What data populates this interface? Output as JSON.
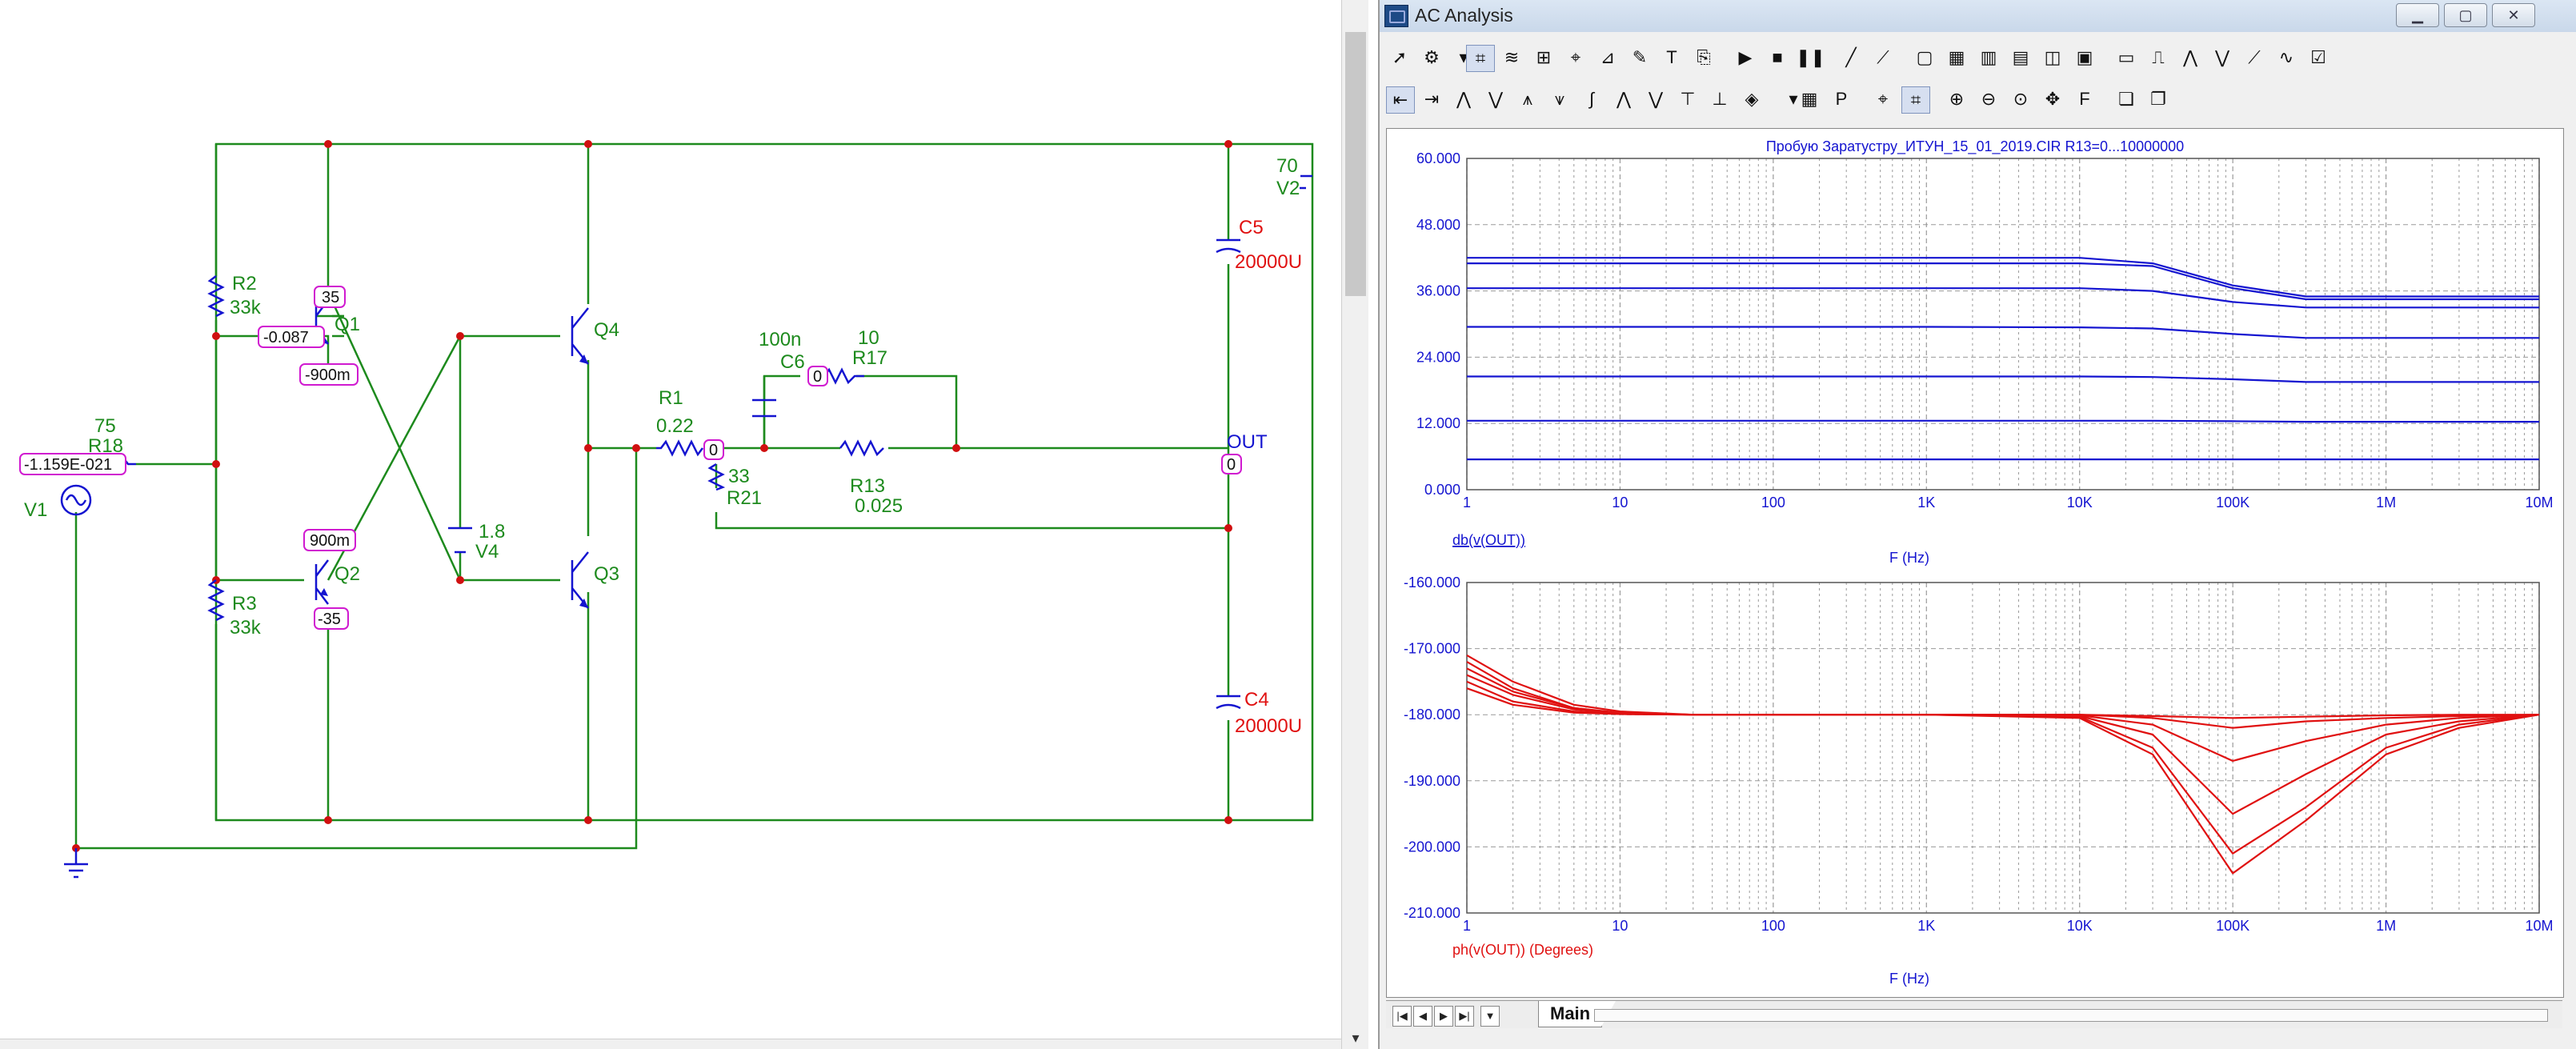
{
  "schematic": {
    "labels": {
      "r2_name": "R2",
      "r2_value": "33k",
      "r3_name": "R3",
      "r3_value": "33k",
      "r18_name": "R18",
      "r18_value": "75",
      "q1": "Q1",
      "q2": "Q2",
      "q3": "Q3",
      "q4": "Q4",
      "v1": "V1",
      "v2_name": "V2",
      "v2_value": "70",
      "v4_name": "V4",
      "v4_value": "1.8",
      "r1_name": "R1",
      "r1_value": "0.22",
      "r21_name": "R21",
      "r21_value": "33",
      "r13_name": "R13",
      "r13_value": "0.025",
      "r17_name": "R17",
      "r17_value": "10",
      "c6_name": "C6",
      "c6_value": "100n",
      "c5_name": "C5",
      "c5_value": "20000U",
      "c4_name": "C4",
      "c4_value": "20000U",
      "out": "OUT"
    },
    "node_tags": {
      "q1_emitter": "35",
      "q1_base": "-0.087",
      "q1_collector": "-900m",
      "q2_base": "900m",
      "q2_emitter": "-35",
      "input": "-1.159E-021",
      "r1_node": "0",
      "c6_node": "0",
      "out_node": "0"
    }
  },
  "window": {
    "title": "AC Analysis",
    "toolbar_icons": {
      "row1": [
        "select-pointer-icon",
        "multi-tool-icon",
        "dropdown-arrow-icon",
        "plot-properties-icon",
        "stacked-plot-icon",
        "scale-icon",
        "cursor-icon",
        "tag-icon",
        "label-icon",
        "text-tool-icon",
        "copy-image-icon",
        "run-icon",
        "stop-icon",
        "pause-icon",
        "line-tool-icon",
        "point-line-icon",
        "frame-icon",
        "grid-icon",
        "grid-fine-icon",
        "grid-dot-icon",
        "grid-split-icon",
        "grid-split2-icon",
        "plot-area-icon",
        "step-icon",
        "peak-icon",
        "valley-icon",
        "slope-icon",
        "curve-icon",
        "properties-icon"
      ],
      "row2": [
        "left-cursor-icon",
        "right-cursor-icon",
        "peak-cursor-icon",
        "valley-cursor-icon",
        "high-cursor-icon",
        "low-cursor-icon",
        "inflection-cursor-icon",
        "global-high-icon",
        "global-low-icon",
        "top-cursor-icon",
        "bottom-cursor-icon",
        "shape-icon",
        "dropdown-arrow-icon",
        "table-icon",
        "performance-icon",
        "tracker-on-icon",
        "tracker-off-icon",
        "zoom-in-icon",
        "zoom-out-icon",
        "zoom-region-icon",
        "pan-icon",
        "font-icon",
        "stack-icon",
        "unstack-icon"
      ]
    },
    "plot_title": "Пробую Заратустру_ИТУН_15_01_2019.CIR R13=0...10000000",
    "x_ticks": [
      "1",
      "10",
      "100",
      "1K",
      "10K",
      "100K",
      "1M",
      "10M"
    ],
    "x_axis_label": "F (Hz)",
    "top_plot": {
      "y_ticks": [
        "60.000",
        "48.000",
        "36.000",
        "24.000",
        "12.000",
        "0.000"
      ],
      "y_label": "db(v(OUT))"
    },
    "bottom_plot": {
      "y_ticks": [
        "-160.000",
        "-170.000",
        "-180.000",
        "-190.000",
        "-200.000",
        "-210.000"
      ],
      "y_label": "ph(v(OUT)) (Degrees)"
    },
    "tab_label": "Main",
    "colors": {
      "magnitude": "#1414d0",
      "phase": "#e01010",
      "grid": "#9a9a9a",
      "axis_text": "#1414d0"
    }
  },
  "chart_data": [
    {
      "type": "line",
      "title": "Пробую Заратустру_ИТУН_15_01_2019.CIR R13=0...10000000",
      "xlabel": "F (Hz)",
      "ylabel": "db(v(OUT))",
      "x_scale": "log",
      "xlim": [
        1,
        10000000
      ],
      "ylim": [
        0,
        60
      ],
      "grid": true,
      "x": [
        1,
        10,
        100,
        1000,
        10000,
        30000,
        100000,
        300000,
        1000000,
        10000000
      ],
      "series": [
        {
          "values": [
            42,
            42,
            42,
            42,
            42,
            41,
            37,
            35,
            35,
            35
          ]
        },
        {
          "values": [
            41,
            41,
            41,
            41,
            41,
            40.5,
            36.5,
            34.5,
            34.5,
            34.5
          ]
        },
        {
          "values": [
            36.5,
            36.5,
            36.5,
            36.5,
            36.5,
            36,
            34,
            33,
            33,
            33
          ]
        },
        {
          "values": [
            29.5,
            29.5,
            29.5,
            29.5,
            29.4,
            29.2,
            28.2,
            27.5,
            27.5,
            27.5
          ]
        },
        {
          "values": [
            20.5,
            20.5,
            20.5,
            20.5,
            20.5,
            20.4,
            20,
            19.5,
            19.5,
            19.5
          ]
        },
        {
          "values": [
            12.5,
            12.5,
            12.5,
            12.5,
            12.5,
            12.5,
            12.4,
            12.3,
            12.3,
            12.3
          ]
        },
        {
          "values": [
            5.5,
            5.5,
            5.5,
            5.5,
            5.5,
            5.5,
            5.5,
            5.5,
            5.5,
            5.5
          ]
        }
      ]
    },
    {
      "type": "line",
      "xlabel": "F (Hz)",
      "ylabel": "ph(v(OUT)) (Degrees)",
      "x_scale": "log",
      "xlim": [
        1,
        10000000
      ],
      "ylim": [
        -210,
        -160
      ],
      "grid": true,
      "x": [
        1,
        2,
        5,
        10,
        30,
        100,
        1000,
        10000,
        30000,
        100000,
        300000,
        1000000,
        3000000,
        10000000
      ],
      "series": [
        {
          "values": [
            -171,
            -175,
            -178.5,
            -179.5,
            -180,
            -180,
            -180,
            -180.5,
            -186,
            -204,
            -196,
            -186,
            -182,
            -180
          ]
        },
        {
          "values": [
            -172,
            -176,
            -179,
            -179.7,
            -180,
            -180,
            -180,
            -180.3,
            -185,
            -201,
            -194,
            -185,
            -181.5,
            -180
          ]
        },
        {
          "values": [
            -173,
            -176.5,
            -179,
            -179.8,
            -180,
            -180,
            -180,
            -180.2,
            -183,
            -195,
            -189,
            -183,
            -181,
            -180
          ]
        },
        {
          "values": [
            -174,
            -177,
            -179.2,
            -179.8,
            -180,
            -180,
            -180,
            -180.1,
            -181.5,
            -187,
            -184,
            -181.5,
            -180.5,
            -180
          ]
        },
        {
          "values": [
            -175,
            -178,
            -179.5,
            -179.9,
            -180,
            -180,
            -180,
            -180,
            -180.5,
            -182,
            -181,
            -180.5,
            -180.2,
            -180
          ]
        },
        {
          "values": [
            -176,
            -178.5,
            -179.7,
            -179.9,
            -180,
            -180,
            -180,
            -180,
            -180.2,
            -180.5,
            -180.3,
            -180.1,
            -180,
            -180
          ]
        }
      ]
    }
  ]
}
